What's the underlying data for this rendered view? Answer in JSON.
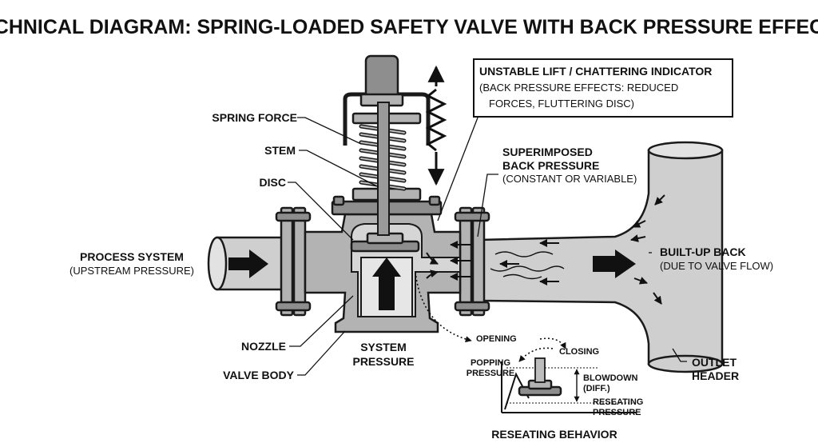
{
  "title": "TECHNICAL DIAGRAM: SPRING-LOADED SAFETY VALVE WITH BACK PRESSURE EFFECTS",
  "labels": {
    "spring_force": "SPRING FORCE",
    "stem": "STEM",
    "disc": "DISC",
    "process_system": "PROCESS SYSTEM",
    "upstream_pressure": "(UPSTREAM PRESSURE)",
    "nozzle": "NOZZLE",
    "valve_body": "VALVE BODY",
    "system": "SYSTEM",
    "pressure": "PRESSURE",
    "superimposed": "SUPERIMPOSED",
    "back_pressure": "BACK PRESSURE",
    "constant_or_variable": "(CONSTANT OR VARIABLE)",
    "built_up_back": "BUILT-UP BACK",
    "due_to_valve_flow": "(DUE TO VALVE FLOW)",
    "outlet": "OUTLET",
    "header": "HEADER"
  },
  "chatter_box": {
    "line1": "UNSTABLE LIFT / CHATTERING INDICATOR",
    "line2": "(BACK PRESSURE EFFECTS: REDUCED",
    "line3": "FORCES, FLUTTERING DISC)"
  },
  "reseating": {
    "opening": "OPENING",
    "closing": "CLOSING",
    "popping": "POPPING",
    "popping_pressure": "PRESSURE",
    "blowdown": "BLOWDOWN",
    "diff": "(DIFF.)",
    "reseating": "RESEATING",
    "reseating_pressure": "PRESSURE",
    "caption": "RESEATING BEHAVIOR"
  },
  "colors": {
    "ink": "#111111",
    "pipe_fill": "#cfcfcf",
    "metal_fill": "#b3b3b3",
    "dark_fill": "#8e8e8e"
  }
}
